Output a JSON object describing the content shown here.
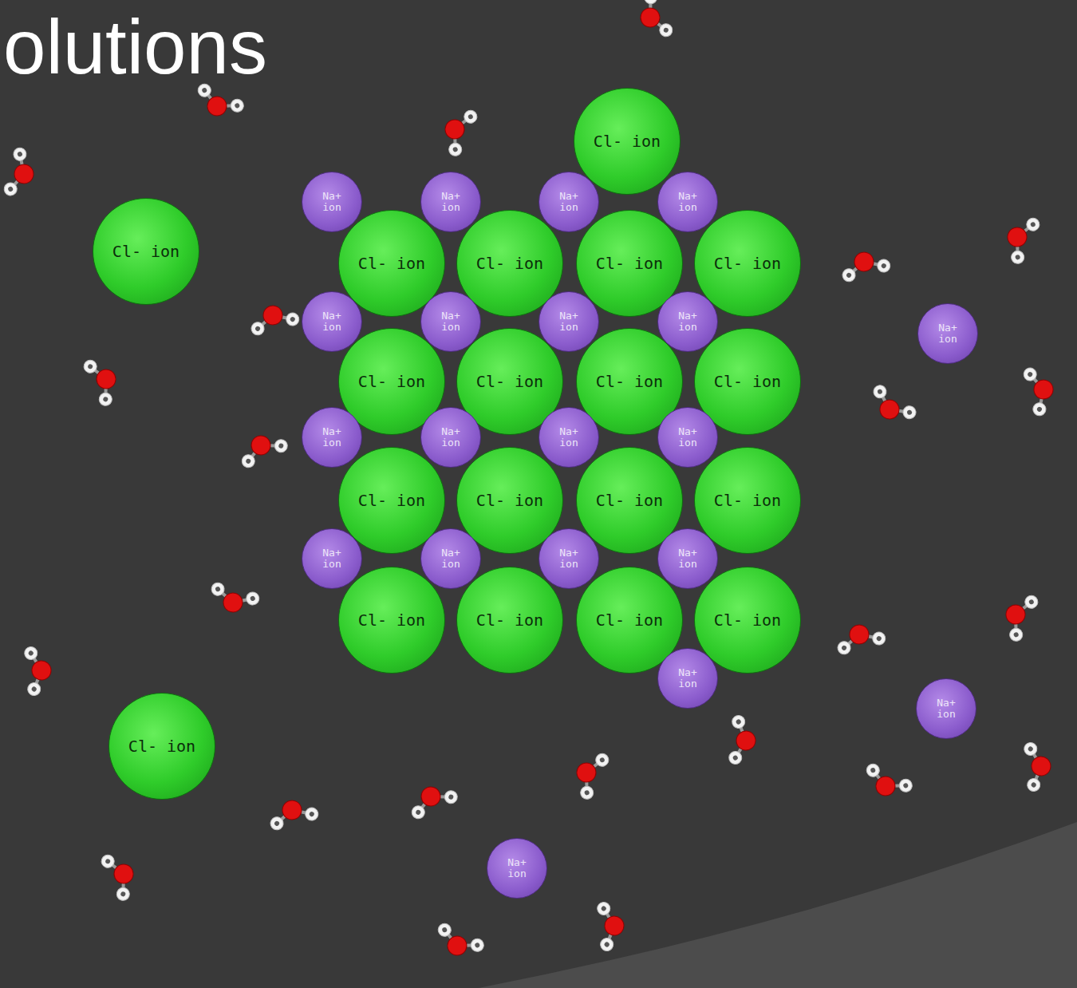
{
  "diagram": {
    "title": "olutions",
    "nodes": [
      {
        "text": [
          "Cl- ion"
        ]
      },
      {
        "text": [
          "Na+ ion"
        ]
      },
      {
        "text": [
          "Na+ ion"
        ]
      },
      {
        "text": [
          "Na+ ion"
        ]
      },
      {
        "text": [
          "Na+ ion"
        ]
      },
      {
        "text": [
          "Cl- ion"
        ]
      },
      {
        "text": [
          "Cl- ion"
        ]
      },
      {
        "text": [
          "Cl- ion"
        ]
      },
      {
        "text": [
          "Cl- ion"
        ]
      },
      {
        "text": [
          "Cl- ion"
        ]
      },
      {
        "text": [
          "Na+ ion"
        ]
      },
      {
        "text": [
          "Na+ ion"
        ]
      },
      {
        "text": [
          "Na+ ion"
        ]
      },
      {
        "text": [
          "Na+ ion"
        ]
      },
      {
        "text": [
          "Na+ ion"
        ]
      },
      {
        "text": [
          "Cl- ion"
        ]
      },
      {
        "text": [
          "Cl- ion"
        ]
      },
      {
        "text": [
          "Cl- ion"
        ]
      },
      {
        "text": [
          "Cl- ion"
        ]
      },
      {
        "text": [
          "Na+ ion"
        ]
      },
      {
        "text": [
          "Na+ ion"
        ]
      },
      {
        "text": [
          "Na+ ion"
        ]
      },
      {
        "text": [
          "Na+ ion"
        ]
      },
      {
        "text": [
          "Cl- ion"
        ]
      },
      {
        "text": [
          "Cl- ion"
        ]
      },
      {
        "text": [
          "Cl- ion"
        ]
      },
      {
        "text": [
          "Cl- ion"
        ]
      },
      {
        "text": [
          "Na+ ion"
        ]
      },
      {
        "text": [
          "Na+ ion"
        ]
      },
      {
        "text": [
          "Na+ ion"
        ]
      },
      {
        "text": [
          "Na+ ion"
        ]
      },
      {
        "text": [
          "Cl- ion"
        ]
      },
      {
        "text": [
          "Cl- ion"
        ]
      },
      {
        "text": [
          "Cl- ion"
        ]
      },
      {
        "text": [
          "Cl- ion"
        ]
      },
      {
        "text": [
          "Na+ ion"
        ]
      },
      {
        "text": [
          "Na+ ion"
        ]
      },
      {
        "text": [
          "Cl- ion"
        ]
      },
      {
        "text": [
          "Na+ ion"
        ]
      }
    ]
  }
}
